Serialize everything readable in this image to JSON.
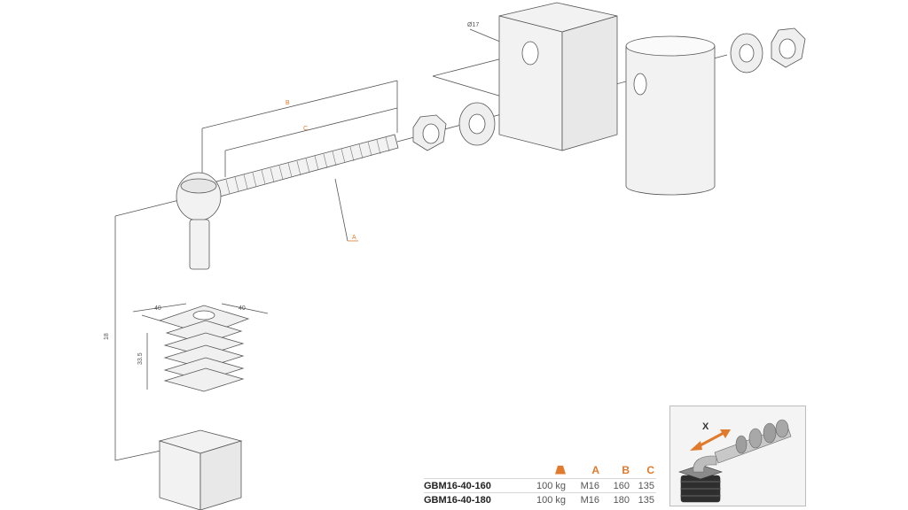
{
  "labels": {
    "dim_b": "B",
    "dim_c": "C",
    "dim_a": "A",
    "hole_diameter": "Ø17",
    "height_18": "18",
    "plate_w1": "40",
    "plate_w2": "40",
    "plug_h": "33.5",
    "inset_x": "X"
  },
  "table": {
    "headers": {
      "weight_icon": "weight-icon",
      "a": "A",
      "b": "B",
      "c": "C"
    },
    "rows": [
      {
        "model": "GBM16-40-160",
        "load": "100 kg",
        "a": "M16",
        "b": "160",
        "c": "135"
      },
      {
        "model": "GBM16-40-180",
        "load": "100 kg",
        "a": "M16",
        "b": "180",
        "c": "135"
      }
    ]
  },
  "colors": {
    "accent": "#e07a2c",
    "line": "#555555",
    "fill": "#f2f2f2"
  }
}
